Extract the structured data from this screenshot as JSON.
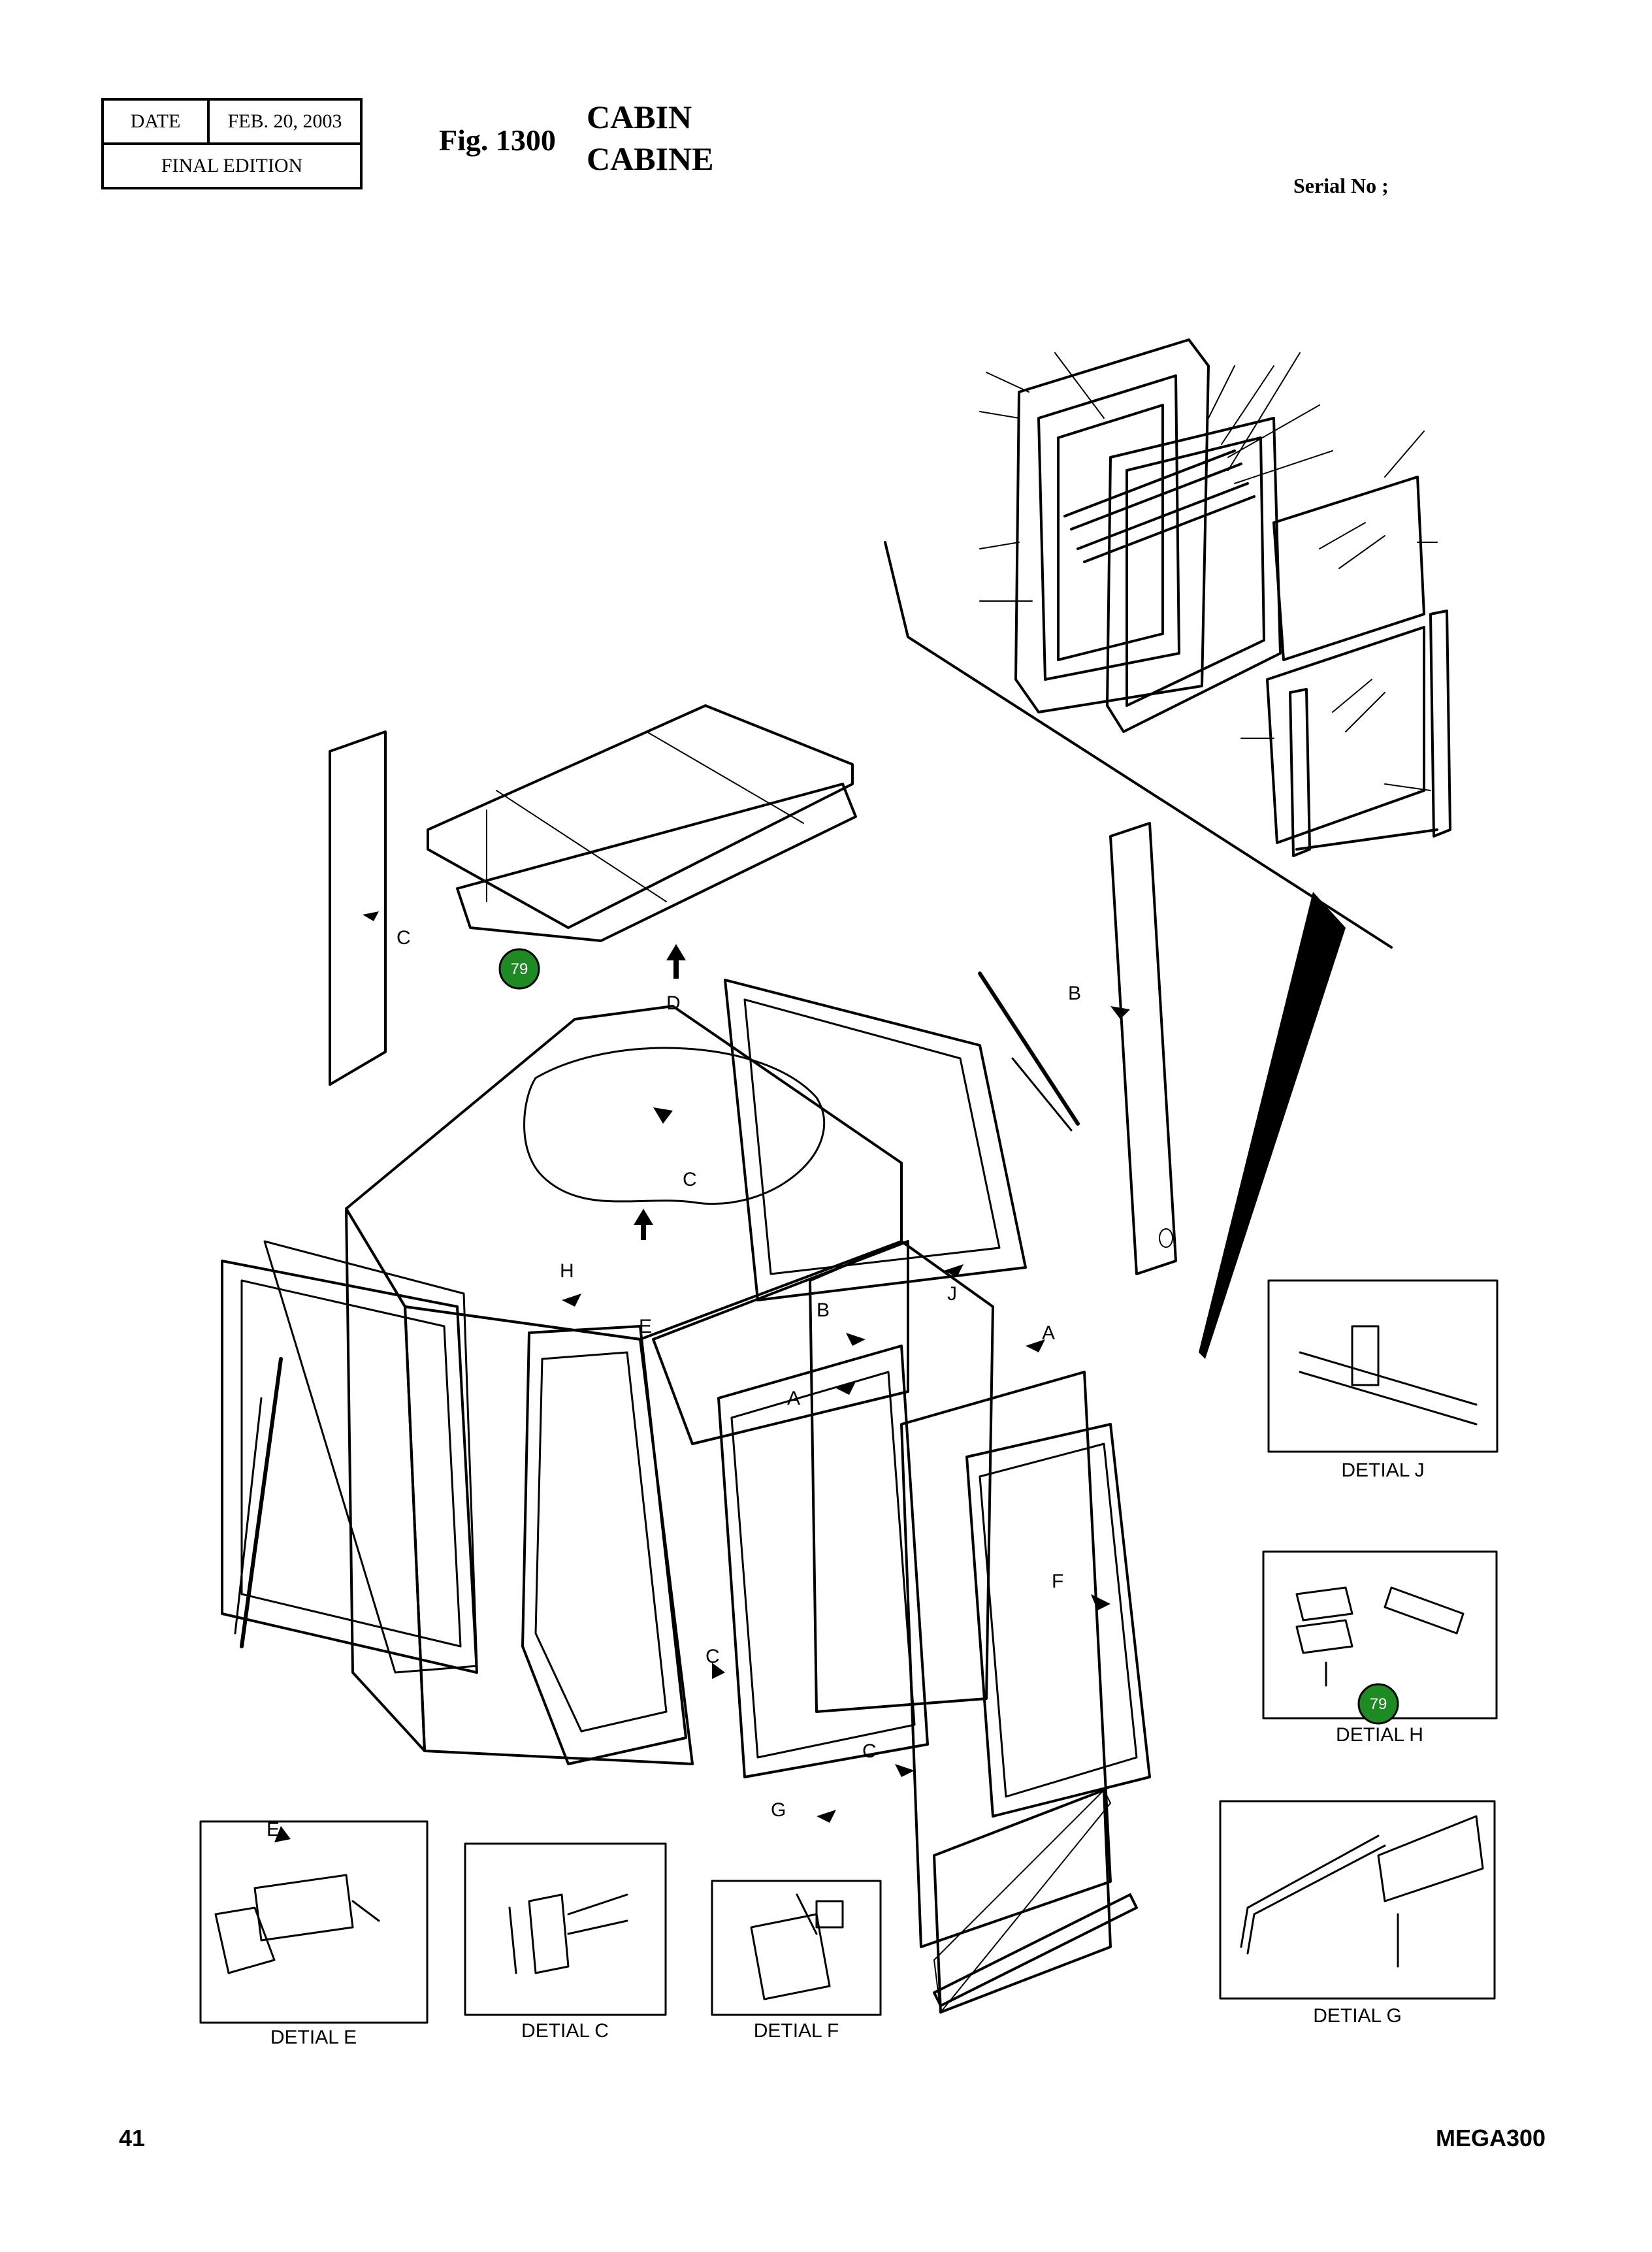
{
  "header": {
    "date_label": "DATE",
    "date_value": "FEB. 20, 2003",
    "edition": "FINAL EDITION",
    "fig_number": "Fig. 1300",
    "title_en": "CABIN",
    "title_fr": "CABINE",
    "serial": "Serial No ;"
  },
  "callouts": {
    "d": "D",
    "b1": "B",
    "c1": "C",
    "c2": "C",
    "h": "H",
    "e1": "E",
    "j": "J",
    "b2": "B",
    "a1": "A",
    "a2": "A",
    "f": "F",
    "c3": "C",
    "c4": "C",
    "g": "G",
    "e2": "E"
  },
  "badges": {
    "roof_item": "79",
    "detail_h_item": "79"
  },
  "details": {
    "j": "DETIAL J",
    "h": "DETIAL H",
    "e": "DETIAL E",
    "c": "DETIAL C",
    "f": "DETIAL F",
    "g": "DETIAL G"
  },
  "footer": {
    "page_number": "41",
    "model": "MEGA300"
  },
  "colors": {
    "badge_fill": "#1e8a24",
    "line": "#000000"
  }
}
